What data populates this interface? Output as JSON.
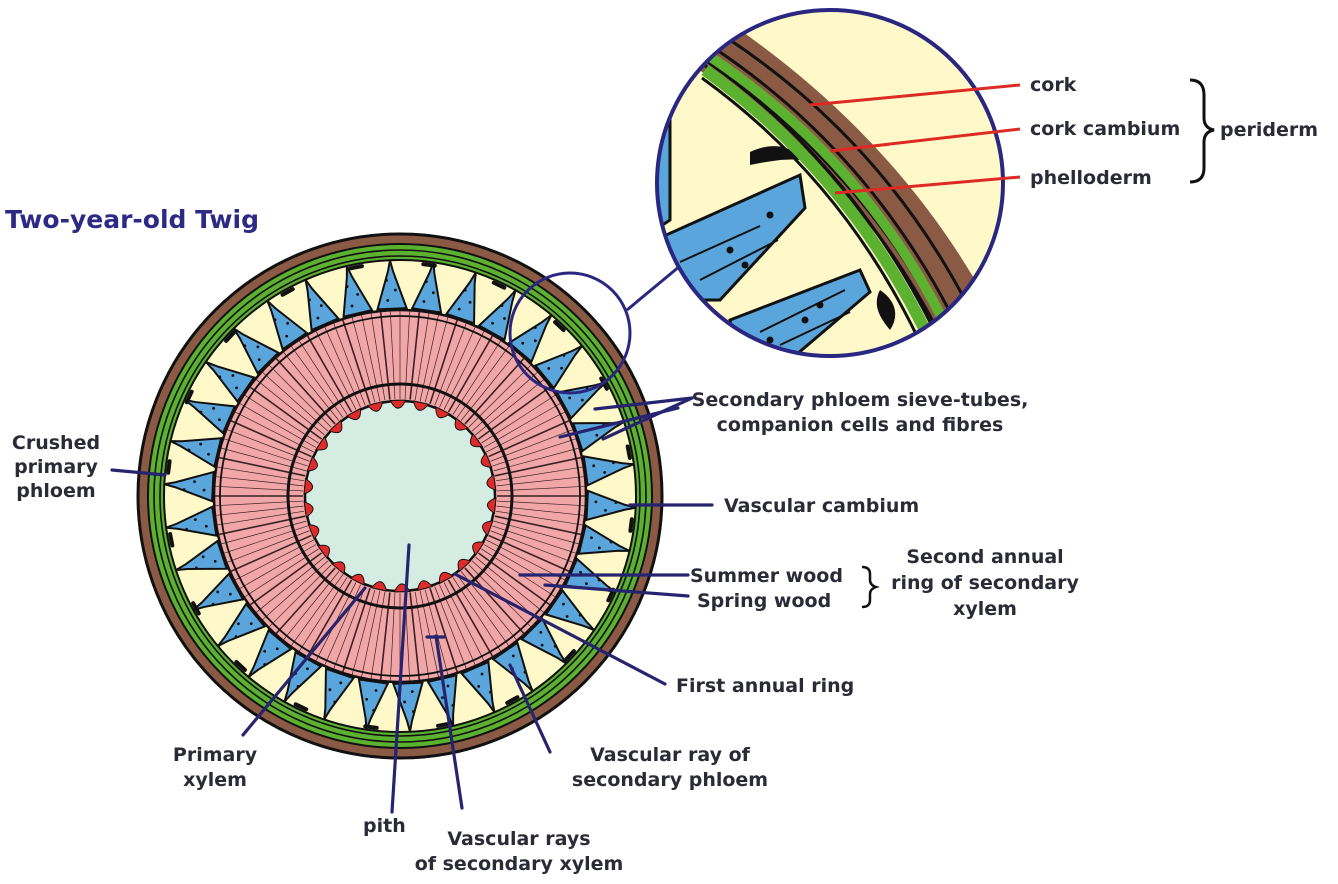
{
  "title": "Two-year-old Twig",
  "labels": {
    "cork": "cork",
    "cork_cambium": "cork cambium",
    "phelloderm": "phelloderm",
    "periderm": "periderm",
    "sec_phloem_1": "Secondary phloem sieve-tubes,",
    "sec_phloem_2": "companion cells and fibres",
    "crushed_1": "Crushed",
    "crushed_2": "primary",
    "crushed_3": "phloem",
    "vascular_cambium": "Vascular cambium",
    "summer_wood": "Summer wood",
    "spring_wood": "Spring wood",
    "second_ring_1": "Second annual",
    "second_ring_2": "ring of secondary",
    "second_ring_3": "xylem",
    "first_ring": "First annual ring",
    "primary_xylem_1": "Primary",
    "primary_xylem_2": "xylem",
    "ray_phloem_1": "Vascular ray of",
    "ray_phloem_2": "secondary phloem",
    "pith": "pith",
    "rays_xylem_1": "Vascular rays",
    "rays_xylem_2": "of secondary xylem"
  },
  "colors": {
    "pith": "#d5ece3",
    "xylem": "#f1a7a7",
    "phloem": "#5aa6dc",
    "parenchyma": "#fff8c8",
    "cortex_green": "#5cb130",
    "cork": "#8b5a44",
    "primary_xylem": "#e02b2b",
    "leader": "#27246f",
    "leader_red": "#dd2a25",
    "title": "#2d2a86"
  }
}
